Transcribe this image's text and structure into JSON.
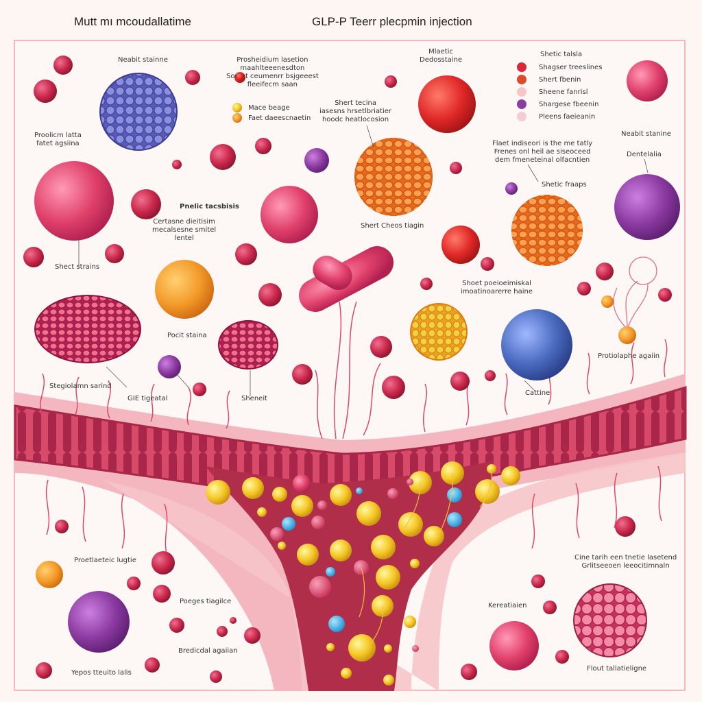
{
  "titles": {
    "left": "Mutt mı mcoudallatime",
    "right": "GLP-P Teerr plecpmin injection"
  },
  "labels": {
    "neubit_staine_tl": "Neabit stainne",
    "protilom_labels": [
      "Proolicm latta",
      "fatet agsiina"
    ],
    "proshedium": [
      "Prosheidium lasetion",
      "maahlteeenesdton",
      "Sorset ceumenrr bsjgeeest",
      "fleeifecm saan"
    ],
    "mace_beage": "Mace beage",
    "fact_closs": "Faet daeescnaetin",
    "short_tecina": [
      "Shert tecinа",
      "iasesns hrsetlbriatier",
      "hoodc heatlocosion"
    ],
    "mtantic": [
      "Mlaetic",
      "Dedosstaine"
    ],
    "pnehic": "Pnelic tacsbisis",
    "centans": [
      "Certasne dieitisim",
      "mecalsesne smitel",
      "lentel"
    ],
    "short_chees": "Shert Cheos tiagin",
    "short_strains_l": "Shect strains",
    "posit_staine": "Pocit staina",
    "short_potiential": [
      "Shoet poeioeimiskal",
      "imoatinoarerre haine"
    ],
    "steg_sarind": "Stegiolamn sarind",
    "gie_tagell": "GIE tigeatal",
    "shanit": "Sheneit",
    "cattime": "Cattine",
    "protiolophe": "Protiolaphe agaiin",
    "floet": [
      "Flaet indiseori is the me tatly",
      "Frenes onl heil ae siseoceed",
      "dem fmeneteinal olfacntien"
    ],
    "shetic_traps": "Shetic fraaps",
    "neubit_staine_r": "Neabit stanine",
    "dentelalia": "Dentelalia",
    "protiolactic": "Proetlaeteic lugtie",
    "poegies": "Poeges tiagilce",
    "bradical": "Bredicdal agaiian",
    "repos": "Yepos tteuito lalis",
    "cine_tarih": [
      "Cine tarih een tnetie lasetend",
      "Grlitseeoen leeocitimnaln"
    ],
    "keracitaien": "Kereatiaien",
    "flout_tall": "Flout tallatieligne"
  },
  "legend": {
    "title": "Shetic talsla",
    "items": [
      {
        "label": "Shagser treeslines",
        "color": "#d8283a"
      },
      {
        "label": "Shert fbenin",
        "color": "#e04a2a"
      },
      {
        "label": "Sheene fanrisl",
        "color": "#f7c6c6"
      },
      {
        "label": "Shargese fbeenin",
        "color": "#8a3fa0"
      },
      {
        "label": "Pleens faeieanin",
        "color": "#f5ccd6"
      }
    ]
  },
  "colors": {
    "crimson": "#c8274a",
    "pink": "#e0406a",
    "purple": "#8b3aa0",
    "orange": "#f39a2a",
    "yellow": "#f4c623",
    "blue": "#4a6ac0",
    "tissue": "#c0405a"
  }
}
